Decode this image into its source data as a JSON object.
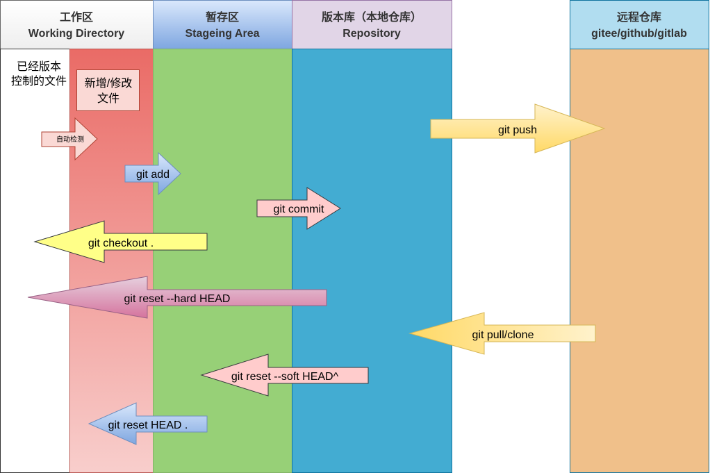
{
  "columns": {
    "working": {
      "title_cn": "工作区",
      "title_en": "Working Directory"
    },
    "staging": {
      "title_cn": "暂存区",
      "title_en": "Stageing Area"
    },
    "repo": {
      "title_cn": "版本库（本地仓库）",
      "title_en": "Repository"
    },
    "remote": {
      "title_cn": "远程仓库",
      "title_en": "gitee/github/gitlab"
    }
  },
  "tracked_files": {
    "line1": "已经版本",
    "line2": "控制的文件"
  },
  "new_files": {
    "line1": "新增/修改",
    "line2": "文件"
  },
  "arrows": {
    "auto_detect": "自动检测",
    "git_add": "git add",
    "git_commit": "git commit",
    "git_checkout": "git checkout .",
    "reset_hard": "git reset --hard HEAD",
    "git_push": "git push",
    "git_pull": "git pull/clone",
    "reset_soft": "git reset --soft HEAD^",
    "reset_head": "git reset HEAD ."
  },
  "colors": {
    "working_top": "#ea6b66",
    "working_bottom": "#f8cecc",
    "staging": "#97d077",
    "repo": "#43acd2",
    "remote": "#f0c08a",
    "header_working": "#f5f5f5",
    "header_staging": "#dae8fc",
    "header_repo": "#e1d5e7",
    "header_remote": "#aee0ef"
  }
}
